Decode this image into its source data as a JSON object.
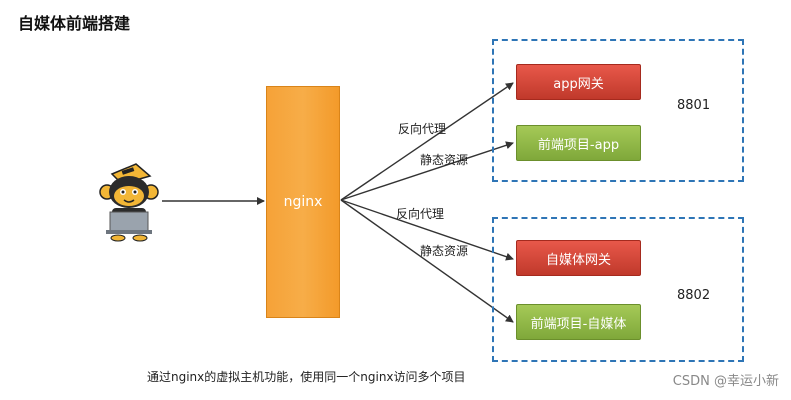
{
  "title": "自媒体前端搭建",
  "nginx": "nginx",
  "group1": {
    "top": "app网关",
    "bottom": "前端项目-app",
    "port": "8801"
  },
  "group2": {
    "top": "自媒体网关",
    "bottom": "前端项目-自媒体",
    "port": "8802"
  },
  "labels": {
    "proxy1": "反向代理",
    "static1": "静态资源",
    "proxy2": "反向代理",
    "static2": "静态资源"
  },
  "caption": "通过nginx的虚拟主机功能，使用同一个nginx访问多个项目",
  "watermark": "CSDN @幸运小新",
  "colors": {
    "dashed_border": "#2e75b6",
    "nginx": "#f7a53d",
    "red_node": "#d64537",
    "green_node": "#8fb848"
  },
  "icons": [
    "user-avatar-icon"
  ]
}
